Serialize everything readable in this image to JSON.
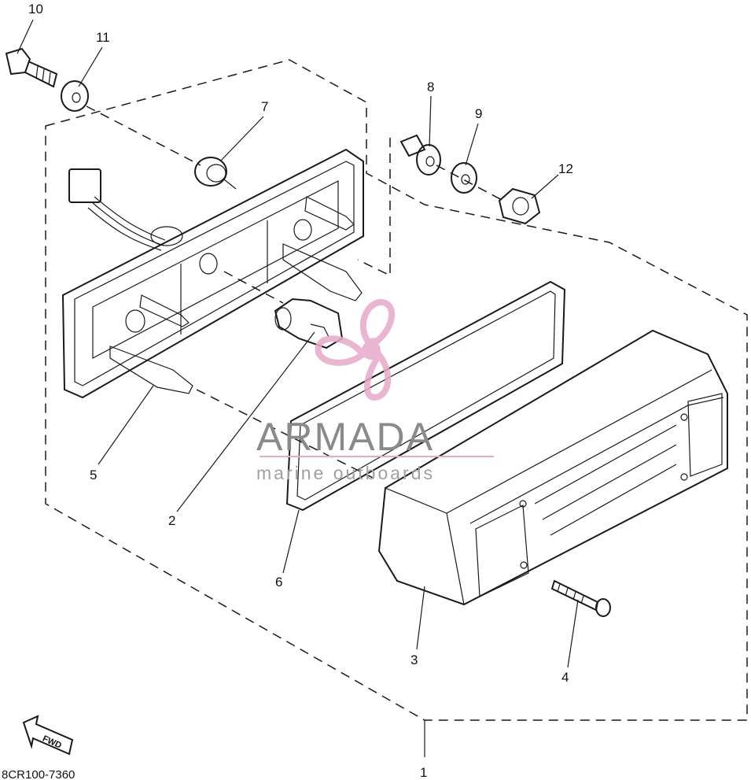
{
  "callouts": {
    "c1": "1",
    "c2": "2",
    "c3": "3",
    "c4": "4",
    "c5": "5",
    "c6": "6",
    "c7": "7",
    "c8": "8",
    "c9": "9",
    "c10": "10",
    "c11": "11",
    "c12": "12"
  },
  "part_code": "8CR100-7360",
  "fwd_label": "FWD",
  "watermark": {
    "brand": "ARMADA",
    "tagline": "marine outboards",
    "colors": {
      "propeller": "#e7a9c8",
      "text": "#8a8a8a",
      "rule": "#e7a9c8"
    }
  },
  "icons": [
    "fwd-arrow-icon",
    "propeller-logo-icon"
  ]
}
